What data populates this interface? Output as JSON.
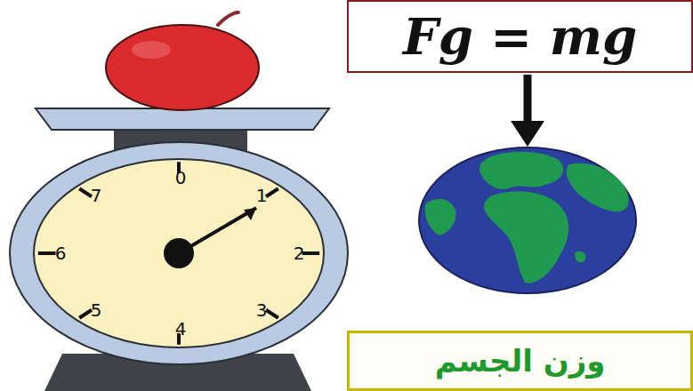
{
  "diagram": {
    "nodes": [
      {
        "text": [
          "Fg = mg"
        ]
      },
      {
        "text": [
          "وزن الجسم"
        ]
      }
    ],
    "labels": [
      "0",
      "1",
      "2",
      "3",
      "4",
      "5",
      "6",
      "7"
    ]
  }
}
